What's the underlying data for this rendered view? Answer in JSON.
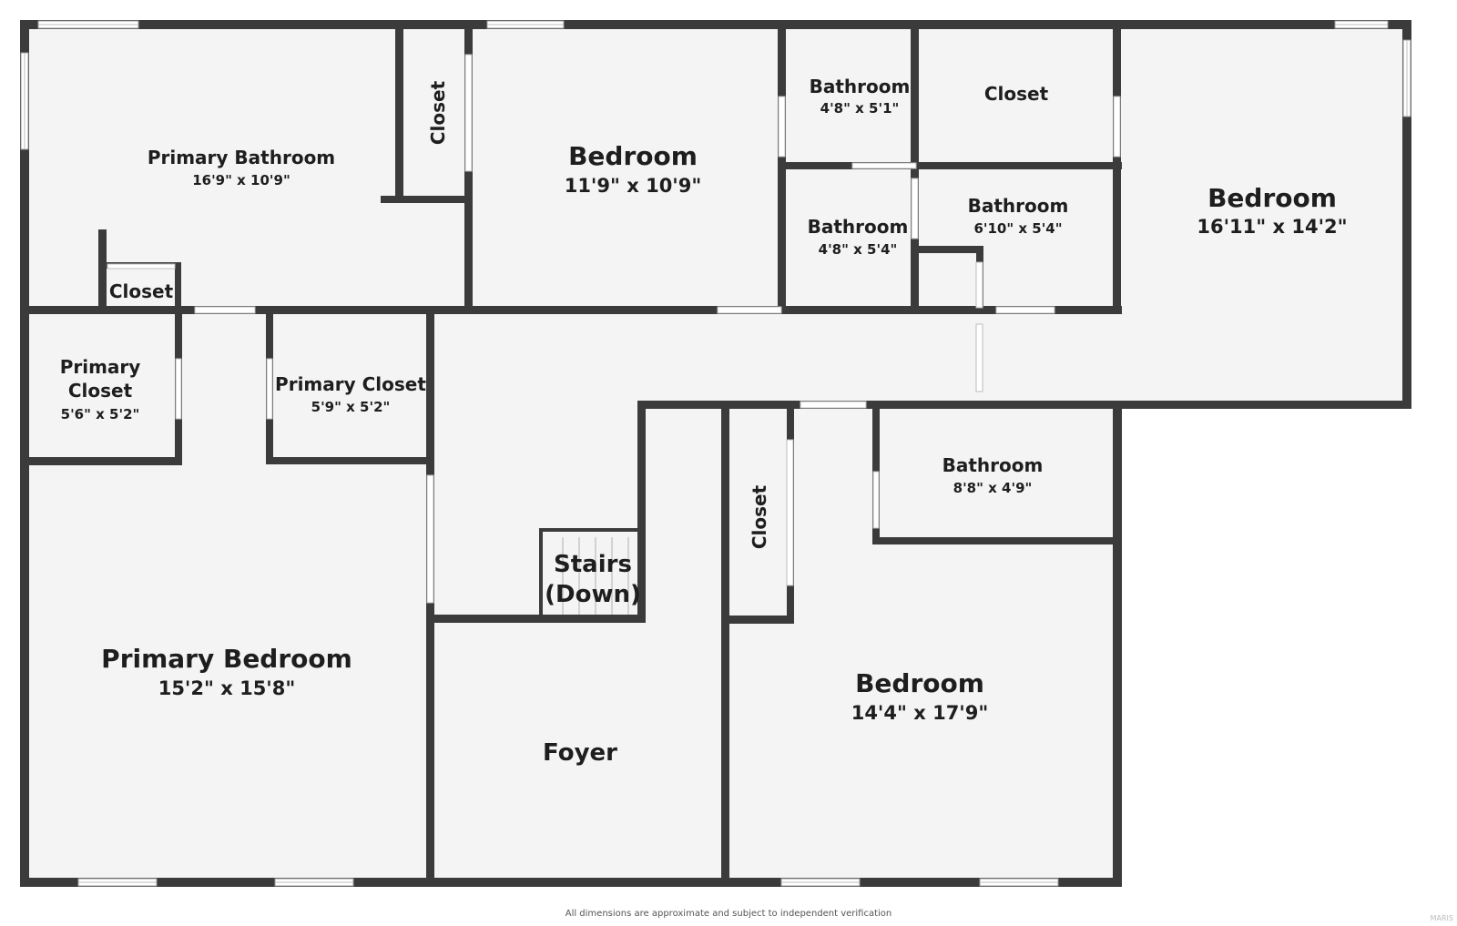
{
  "rooms": {
    "primary_bathroom": {
      "name": "Primary Bathroom",
      "dims": "16'9\" x 10'9\""
    },
    "closet_top_left": {
      "name": "Closet"
    },
    "closet_small": {
      "name": "Closet"
    },
    "bedroom_top_center": {
      "name": "Bedroom",
      "dims": "11'9\" x 10'9\""
    },
    "bathroom_top_small": {
      "name": "Bathroom",
      "dims": "4'8\" x 5'1\""
    },
    "closet_top_right": {
      "name": "Closet"
    },
    "bathroom_mid_small": {
      "name": "Bathroom",
      "dims": "4'8\" x 5'4\""
    },
    "bathroom_mid_right": {
      "name": "Bathroom",
      "dims": "6'10\" x 5'4\""
    },
    "bedroom_top_right": {
      "name": "Bedroom",
      "dims": "16'11\" x 14'2\""
    },
    "primary_closet_left_1": {
      "name": "Primary"
    },
    "primary_closet_left_2": {
      "name": "Closet",
      "dims": "5'6\" x 5'2\""
    },
    "primary_closet_right": {
      "name": "Primary Closet",
      "dims": "5'9\" x 5'2\""
    },
    "bathroom_lower": {
      "name": "Bathroom",
      "dims": "8'8\" x 4'9\""
    },
    "closet_vertical_lower": {
      "name": "Closet"
    },
    "stairs_1": {
      "name": "Stairs"
    },
    "stairs_2": {
      "name": "(Down)"
    },
    "primary_bedroom": {
      "name": "Primary Bedroom",
      "dims": "15'2\" x 15'8\""
    },
    "foyer": {
      "name": "Foyer"
    },
    "bedroom_lower": {
      "name": "Bedroom",
      "dims": "14'4\" x 17'9\""
    }
  },
  "footer": {
    "disclaimer": "All dimensions are approximate and subject to independent verification"
  },
  "brand": {
    "text": "MARIS"
  },
  "colors": {
    "wall": "#3b3b3b",
    "floor": "#f4f4f4",
    "background": "#ffffff"
  }
}
